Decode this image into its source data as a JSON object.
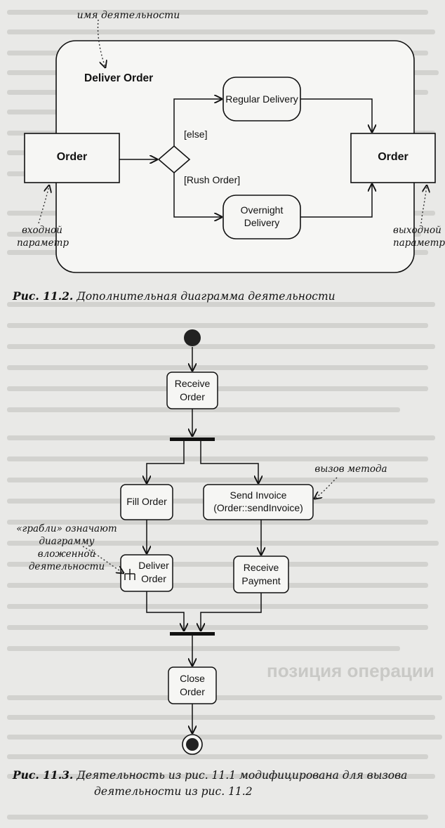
{
  "fig1": {
    "activity_name": "Deliver Order",
    "name_note": "имя деятельности",
    "input_param": "Order",
    "output_param": "Order",
    "input_note_line1": "входной",
    "input_note_line2": "параметр",
    "output_note_line1": "выходной",
    "output_note_line2": "параметр",
    "guard_else": "[else]",
    "guard_rush": "[Rush Order]",
    "regular_delivery": "Regular Delivery",
    "overnight_line1": "Overnight",
    "overnight_line2": "Delivery",
    "caption_num": "Рис. 11.2.",
    "caption_text": "Дополнительная диаграмма деятельности"
  },
  "fig2": {
    "receive_order_line1": "Receive",
    "receive_order_line2": "Order",
    "fill_order": "Fill Order",
    "send_invoice_line1": "Send Invoice",
    "send_invoice_line2": "(Order::sendInvoice)",
    "deliver_order_line1": "Deliver",
    "deliver_order_line2": "Order",
    "receive_payment_line1": "Receive",
    "receive_payment_line2": "Payment",
    "close_order_line1": "Close",
    "close_order_line2": "Order",
    "method_note": "вызов метода",
    "rake_note_line1": "«грабли» означают",
    "rake_note_line2": "диаграмму",
    "rake_note_line3": "вложенной",
    "rake_note_line4": "деятельности",
    "caption_num": "Рис. 11.3.",
    "caption_line1": "Деятельность из рис. 11.1 модифицирована для вызова",
    "caption_line2": "деятельности из рис. 11.2"
  },
  "page": {
    "section_heading": "позиция операции"
  }
}
